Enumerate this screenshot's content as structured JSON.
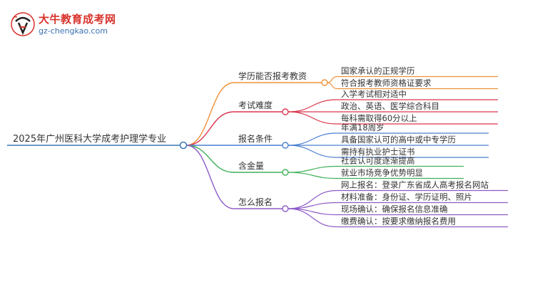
{
  "logo": {
    "title": "大牛教育成考网",
    "url": "gz-chengkao.com"
  },
  "mindmap": {
    "root": {
      "label": "2025年广州医科大学成考护理学专业"
    },
    "branches": [
      {
        "label": "学历能否报考教资",
        "color": "#f0903a",
        "children": [
          "国家承认的正规学历",
          "符合报考教师资格证要求"
        ]
      },
      {
        "label": "考试难度",
        "color": "#d9364d",
        "children": [
          "入学考试相对适中",
          "政治、英语、医学综合科目",
          "每科需取得60分以上"
        ]
      },
      {
        "label": "报名条件",
        "color": "#4a7fd1",
        "children": [
          "年满18周岁",
          "具备国家认可的高中或中专学历",
          "需持有执业护士证书"
        ]
      },
      {
        "label": "含金量",
        "color": "#3fb05a",
        "children": [
          "社会认可度逐渐提高",
          "就业市场竞争优势明显"
        ]
      },
      {
        "label": "怎么报名",
        "color": "#8e5bc8",
        "children": [
          "网上报名：登录广东省成人高考报名网站",
          "材料准备：身份证、学历证明、照片",
          "现场确认：确保报名信息准确",
          "缴费确认：按要求缴纳报名费用"
        ]
      }
    ]
  }
}
